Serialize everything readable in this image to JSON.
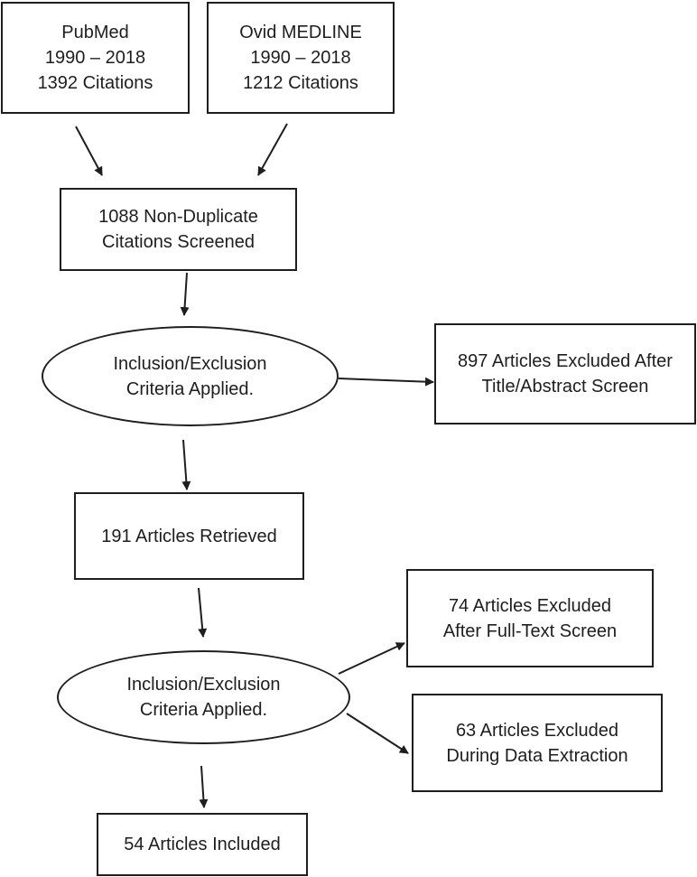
{
  "diagram": {
    "nodes": {
      "pubmed": [
        "PubMed",
        "1990 – 2018",
        "1392 Citations"
      ],
      "ovid": [
        "Ovid MEDLINE",
        "1990 – 2018",
        "1212 Citations"
      ],
      "nonduplicate": [
        "1088 Non-Duplicate",
        "Citations Screened"
      ],
      "criteria1": [
        "Inclusion/Exclusion",
        "Criteria Applied."
      ],
      "excluded_title": [
        "897 Articles Excluded After",
        "Title/Abstract Screen"
      ],
      "retrieved": [
        "191 Articles Retrieved"
      ],
      "criteria2": [
        "Inclusion/Exclusion",
        "Criteria Applied."
      ],
      "excluded_fulltext": [
        "74 Articles Excluded",
        "After Full-Text Screen"
      ],
      "excluded_extraction": [
        "63 Articles Excluded",
        "During Data Extraction"
      ],
      "included": [
        "54 Articles Included"
      ]
    },
    "edges": [
      {
        "from": "pubmed",
        "to": "nonduplicate"
      },
      {
        "from": "ovid",
        "to": "nonduplicate"
      },
      {
        "from": "nonduplicate",
        "to": "criteria1"
      },
      {
        "from": "criteria1",
        "to": "excluded_title"
      },
      {
        "from": "criteria1",
        "to": "retrieved"
      },
      {
        "from": "retrieved",
        "to": "criteria2"
      },
      {
        "from": "criteria2",
        "to": "excluded_fulltext"
      },
      {
        "from": "criteria2",
        "to": "excluded_extraction"
      },
      {
        "from": "criteria2",
        "to": "included"
      }
    ]
  }
}
